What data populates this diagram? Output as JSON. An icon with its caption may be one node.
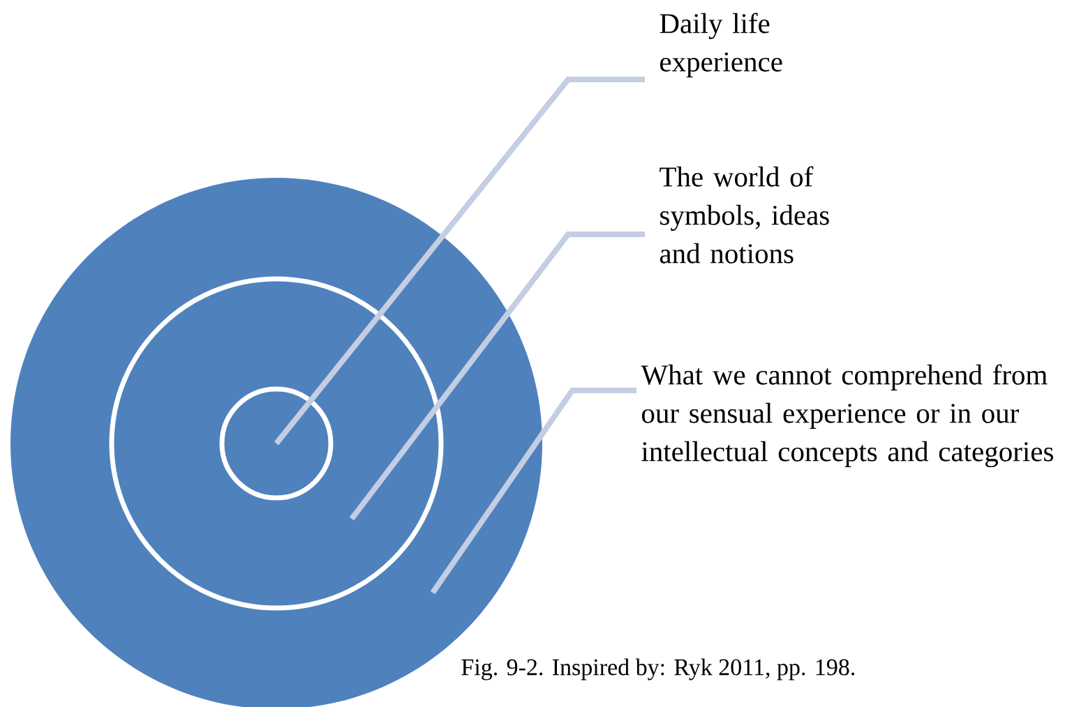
{
  "diagram": {
    "caption": "Fig. 9-2. Inspired by: Ryk 2011, pp. 198.",
    "nodes": [
      {
        "text": [],
        "shape": "circle"
      },
      {
        "text": [],
        "shape": "circle",
        "in": 0
      },
      {
        "text": [],
        "shape": "circle",
        "in": 1
      },
      {
        "text": [
          "Daily life experience"
        ]
      },
      {
        "text": [
          "The world of symbols, ideas and notions"
        ]
      },
      {
        "text": [
          "What we cannot comprehend from our sensual experience or in our intellectual concepts and categories"
        ]
      }
    ],
    "edges": [
      {
        "from": 3,
        "to": 2,
        "arrow": "none"
      },
      {
        "from": 4,
        "to": 1,
        "arrow": "none"
      },
      {
        "from": 5,
        "to": 0,
        "arrow": "none"
      }
    ]
  }
}
